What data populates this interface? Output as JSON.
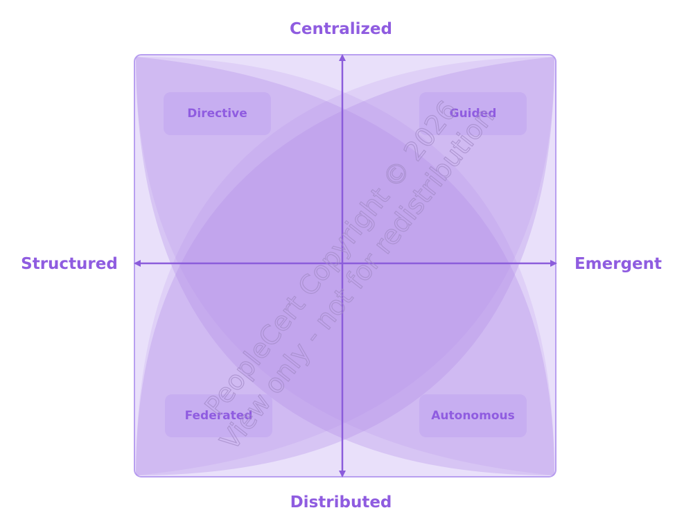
{
  "axes": {
    "top": "Centralized",
    "bottom": "Distributed",
    "left": "Structured",
    "right": "Emergent"
  },
  "quadrants": {
    "top_left": "Directive",
    "top_right": "Guided",
    "bottom_left": "Federated",
    "bottom_right": "Autonomous"
  },
  "watermark": {
    "line1": "PeopleCert Copyright © 2026",
    "line2": "View only - not for redistribution"
  },
  "colors": {
    "accent": "#8b5cdb",
    "label": "#8f5ce0",
    "frame_fill": "#e9e0fa",
    "frame_stroke": "#b89ff0",
    "petal_fill": "#b08be8",
    "box_fill": "#c4a9f0",
    "watermark": "#a48cc8"
  }
}
